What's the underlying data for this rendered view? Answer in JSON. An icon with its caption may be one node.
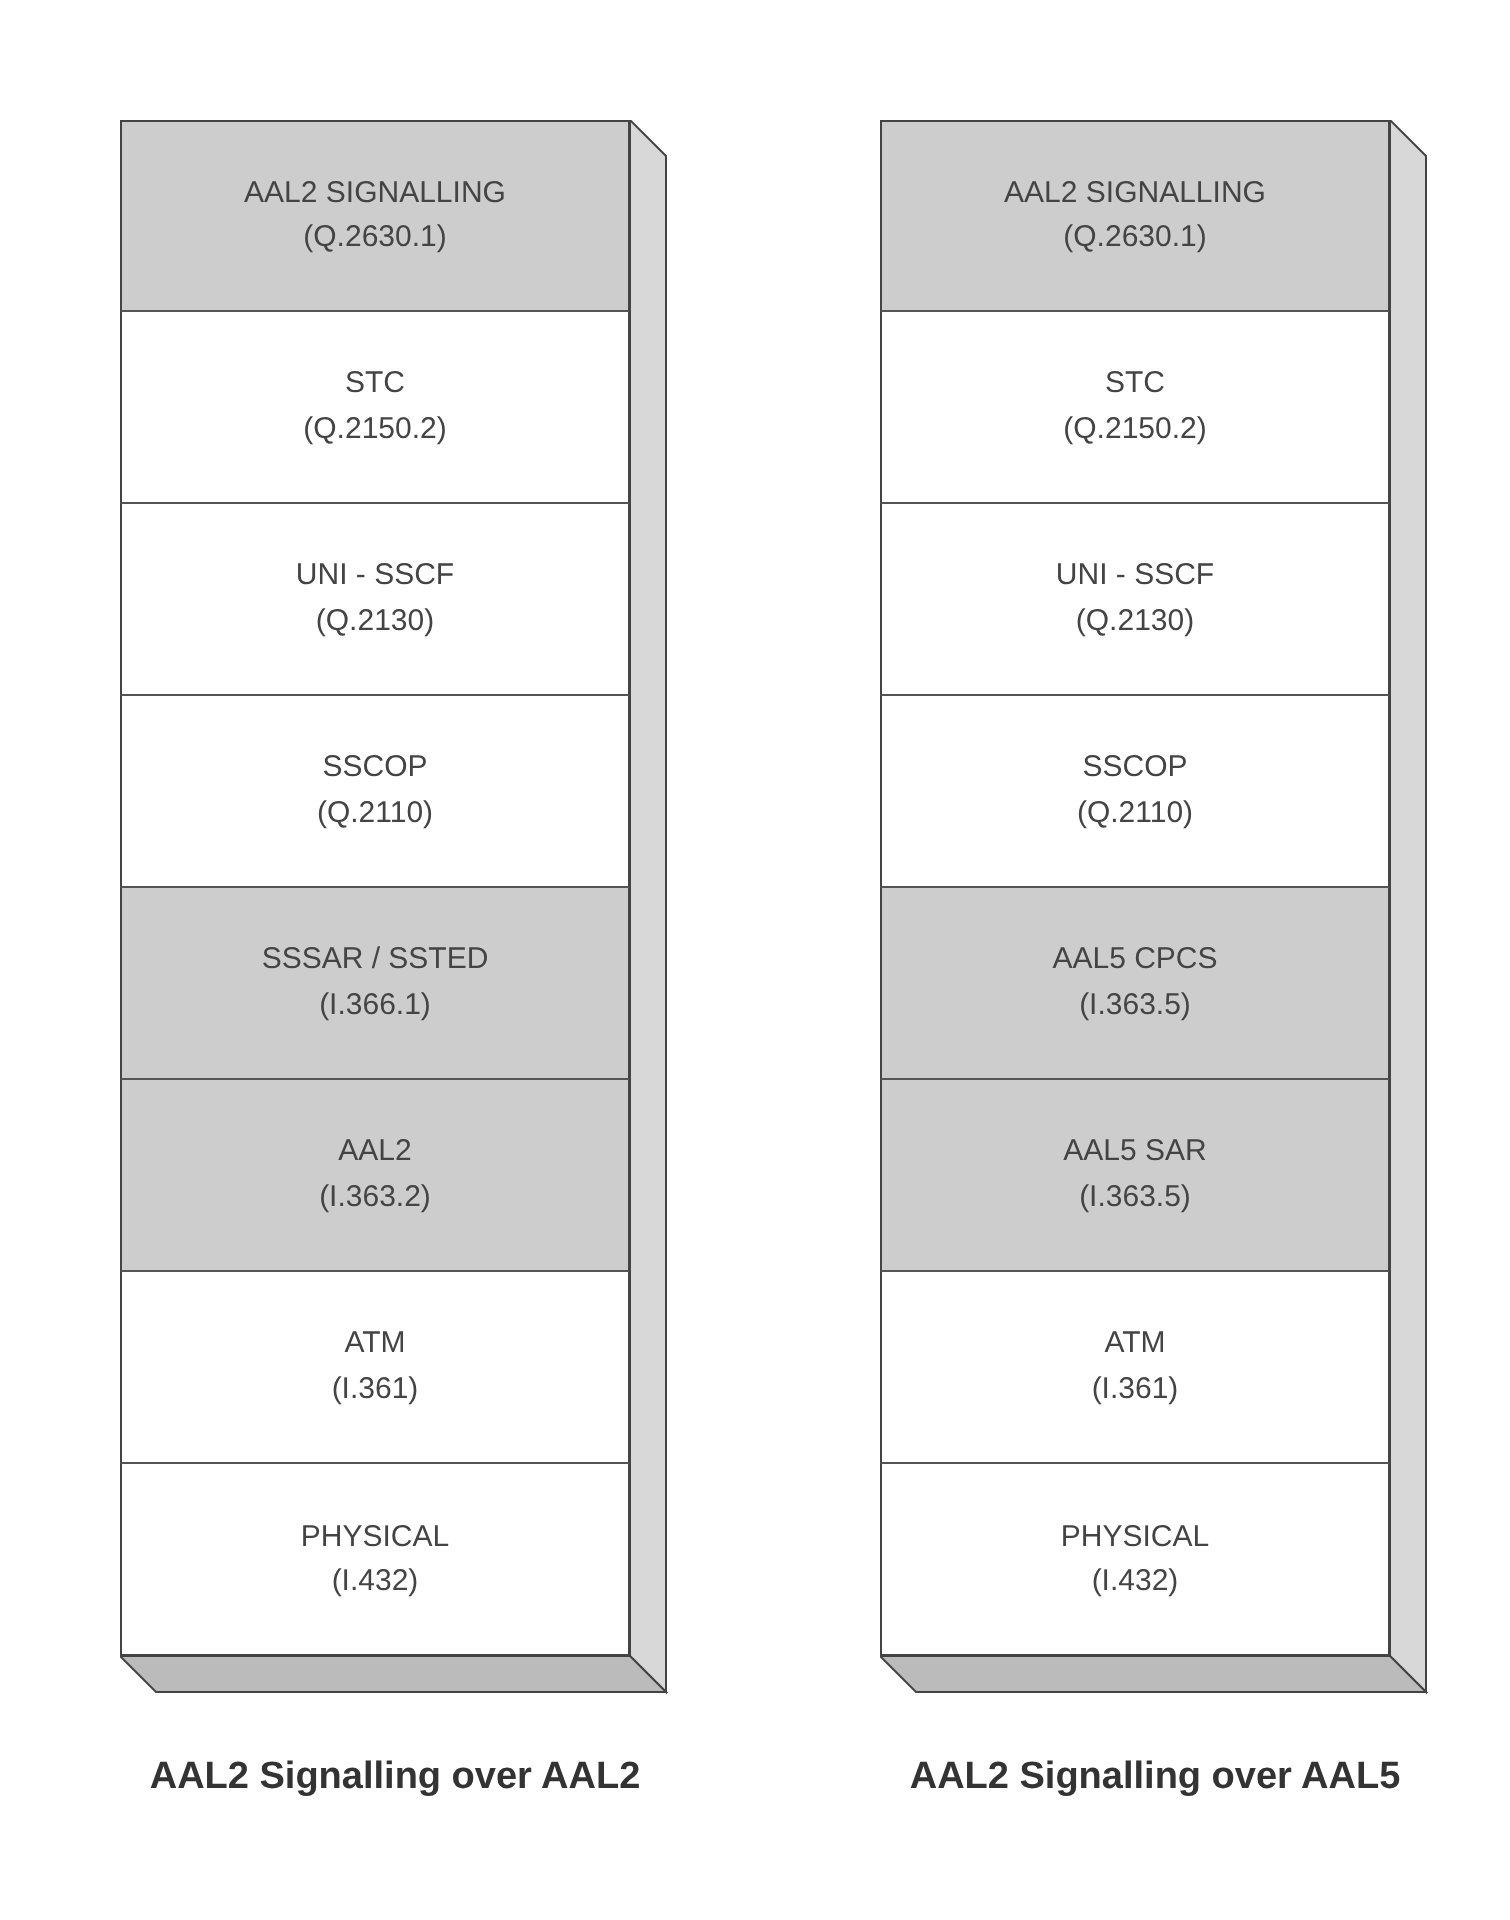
{
  "diagram": {
    "nodes": [
      {
        "text": [
          "AAL2 Signalling over AAL2"
        ]
      },
      {
        "text": [
          "AAL2 SIGNALLING",
          "(Q.2630.1)"
        ],
        "in": 0
      },
      {
        "text": [
          "STC",
          "(Q.2150.2)"
        ],
        "in": 0
      },
      {
        "text": [
          "UNI - SSCF",
          "(Q.2130)"
        ],
        "in": 0
      },
      {
        "text": [
          "SSCOP",
          "(Q.2110)"
        ],
        "in": 0
      },
      {
        "text": [
          "SSSAR / SSTED",
          "(I.366.1)"
        ],
        "in": 0
      },
      {
        "text": [
          "AAL2",
          "(I.363.2)"
        ],
        "in": 0
      },
      {
        "text": [
          "ATM",
          "(I.361)"
        ],
        "in": 0
      },
      {
        "text": [
          "PHYSICAL",
          "(I.432)"
        ],
        "in": 0
      },
      {
        "text": [
          "AAL2 Signalling over AAL5"
        ]
      },
      {
        "text": [
          "AAL2 SIGNALLING",
          "(Q.2630.1)"
        ],
        "in": 9
      },
      {
        "text": [
          "STC",
          "(Q.2150.2)"
        ],
        "in": 9
      },
      {
        "text": [
          "UNI - SSCF",
          "(Q.2130)"
        ],
        "in": 9
      },
      {
        "text": [
          "SSCOP",
          "(Q.2110)"
        ],
        "in": 9
      },
      {
        "text": [
          "AAL5 CPCS",
          "(I.363.5)"
        ],
        "in": 9
      },
      {
        "text": [
          "AAL5 SAR",
          "(I.363.5)"
        ],
        "in": 9
      },
      {
        "text": [
          "ATM",
          "(I.361)"
        ],
        "in": 9
      },
      {
        "text": [
          "PHYSICAL",
          "(I.432)"
        ],
        "in": 9
      }
    ],
    "edges": []
  }
}
